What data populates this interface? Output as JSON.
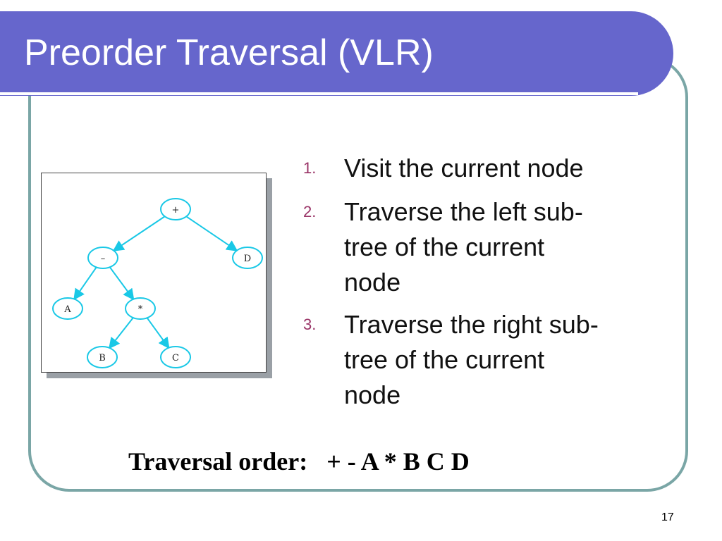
{
  "slide": {
    "title": "Preorder Traversal (VLR)",
    "page_number": "17"
  },
  "tree": {
    "nodes": [
      {
        "id": "plus",
        "label": "+"
      },
      {
        "id": "minus",
        "label": "–"
      },
      {
        "id": "d",
        "label": "D"
      },
      {
        "id": "a",
        "label": "A"
      },
      {
        "id": "star",
        "label": "*"
      },
      {
        "id": "b",
        "label": "B"
      },
      {
        "id": "c",
        "label": "C"
      }
    ],
    "edges": [
      [
        "plus",
        "minus"
      ],
      [
        "plus",
        "d"
      ],
      [
        "minus",
        "a"
      ],
      [
        "minus",
        "star"
      ],
      [
        "star",
        "b"
      ],
      [
        "star",
        "c"
      ]
    ],
    "colors": {
      "edge": "#19c8e6",
      "node_border": "#19c8e6",
      "node_fill": "#ffffff"
    }
  },
  "steps": [
    {
      "number": "1.",
      "lines": [
        "Visit the current node"
      ]
    },
    {
      "number": "2.",
      "lines": [
        "Traverse the left sub-",
        "tree of the current",
        "node"
      ]
    },
    {
      "number": "3.",
      "lines": [
        "Traverse the right sub-",
        "tree of the current",
        "node"
      ]
    }
  ],
  "traversal": {
    "label": "Traversal order:",
    "sequence": "+ - A * B C D"
  },
  "colors": {
    "title_band": "#6666cc",
    "frame_border": "#7aa6a6",
    "step_number": "#993366"
  }
}
